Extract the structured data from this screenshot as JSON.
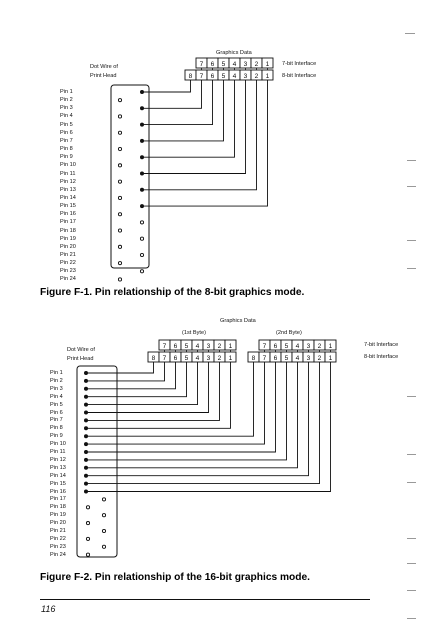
{
  "figure1": {
    "graphics_data_label": "Graphics Data",
    "dot_wire_label": "Dot Wire of",
    "print_head_label": "Print Head",
    "iface7_label": "7-bit Interface",
    "iface8_label": "8-bit Interface",
    "bits7": [
      "7",
      "6",
      "5",
      "4",
      "3",
      "2",
      "1"
    ],
    "bits8": [
      "8",
      "7",
      "6",
      "5",
      "4",
      "3",
      "2",
      "1"
    ],
    "pins": [
      "Pin 1",
      "Pin 2",
      "Pin 3",
      "Pin 4",
      "Pin 5",
      "Pin 6",
      "Pin 7",
      "Pin 8",
      "Pin 9",
      "Pin 10",
      "Pin 11",
      "Pin 12",
      "Pin 13",
      "Pin 14",
      "Pin 15",
      "Pin 16",
      "Pin 17",
      "Pin 18",
      "Pin 19",
      "Pin 20",
      "Pin 21",
      "Pin 22",
      "Pin 23",
      "Pin 24"
    ],
    "caption": "Figure F-1. Pin relationship of the 8-bit graphics mode."
  },
  "figure2": {
    "graphics_data_label": "Graphics Data",
    "first_byte_label": "(1st Byte)",
    "second_byte_label": "(2nd Byte)",
    "dot_wire_label": "Dot Wire of",
    "print_head_label": "Print Head",
    "iface7_label": "7-bit Interface",
    "iface8_label": "8-bit Interface",
    "bits7": [
      "7",
      "6",
      "5",
      "4",
      "3",
      "2",
      "1"
    ],
    "bits8": [
      "8",
      "7",
      "6",
      "5",
      "4",
      "3",
      "2",
      "1"
    ],
    "pins": [
      "Pin 1",
      "Pin 2",
      "Pin 3",
      "Pin 4",
      "Pin 5",
      "Pin 6",
      "Pin 7",
      "Pin 8",
      "Pin 9",
      "Pin 10",
      "Pin 11",
      "Pin 12",
      "Pin 13",
      "Pin 14",
      "Pin 15",
      "Pin 16",
      "Pin 17",
      "Pin 18",
      "Pin 19",
      "Pin 20",
      "Pin 21",
      "Pin 22",
      "Pin 23",
      "Pin 24"
    ],
    "caption": "Figure F-2. Pin relationship of the 16-bit graphics mode."
  },
  "page_number": "116"
}
